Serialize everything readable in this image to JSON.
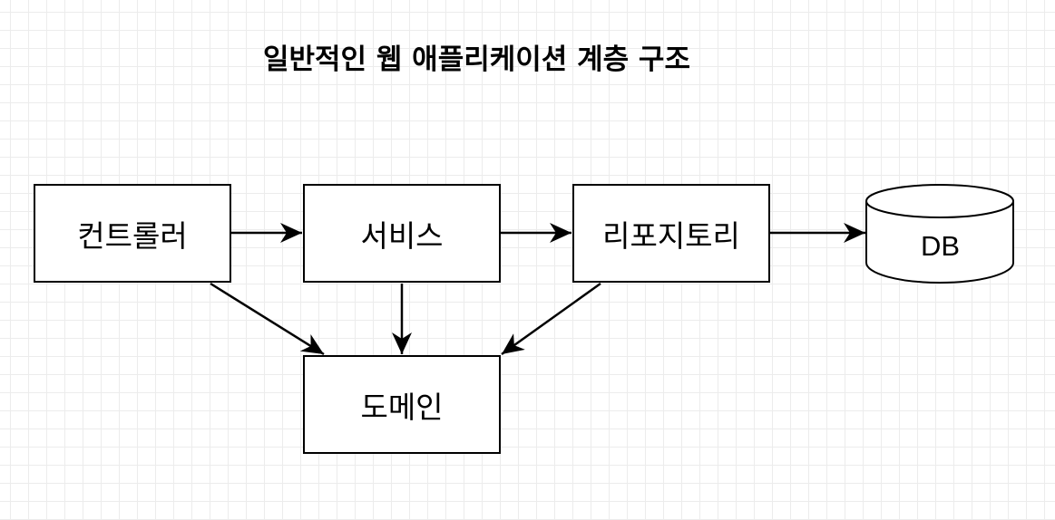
{
  "title": "일반적인 웹 애플리케이션 계층 구조",
  "nodes": {
    "controller": "컨트롤러",
    "service": "서비스",
    "repository": "리포지토리",
    "domain": "도메인",
    "db": "DB"
  },
  "edges": [
    {
      "from": "controller",
      "to": "service"
    },
    {
      "from": "service",
      "to": "repository"
    },
    {
      "from": "repository",
      "to": "db"
    },
    {
      "from": "controller",
      "to": "domain"
    },
    {
      "from": "service",
      "to": "domain"
    },
    {
      "from": "repository",
      "to": "domain"
    }
  ]
}
